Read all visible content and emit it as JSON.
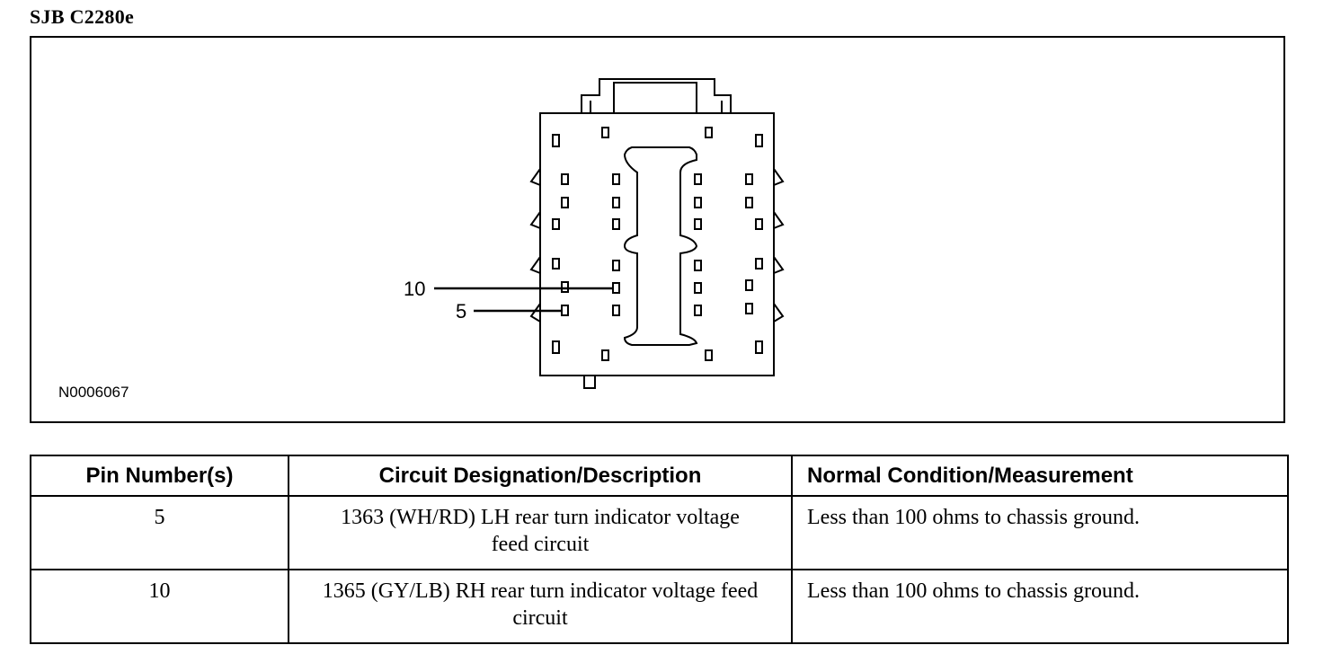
{
  "title": "SJB C2280e",
  "figure": {
    "figure_id": "N0006067",
    "callouts": [
      {
        "pin": "10"
      },
      {
        "pin": "5"
      }
    ]
  },
  "table": {
    "headers": [
      "Pin Number(s)",
      "Circuit Designation/Description",
      "Normal Condition/Measurement"
    ],
    "rows": [
      {
        "pin": "5",
        "circuit": "1363 (WH/RD) LH rear turn indicator voltage feed circuit",
        "condition": "Less than 100 ohms to chassis ground."
      },
      {
        "pin": "10",
        "circuit": "1365 (GY/LB) RH rear turn indicator voltage feed circuit",
        "condition": "Less than 100 ohms to chassis ground."
      }
    ]
  }
}
